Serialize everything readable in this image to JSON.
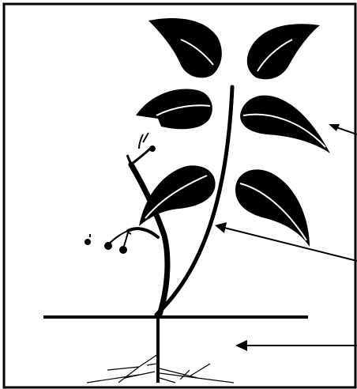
{
  "diagram": {
    "subject": "plant",
    "colors": {
      "ink": "#000000",
      "background": "#ffffff",
      "vein": "#ffffff"
    },
    "label_arrows": [
      {
        "target": "leaf"
      },
      {
        "target": "stem"
      },
      {
        "target": "root"
      }
    ]
  }
}
